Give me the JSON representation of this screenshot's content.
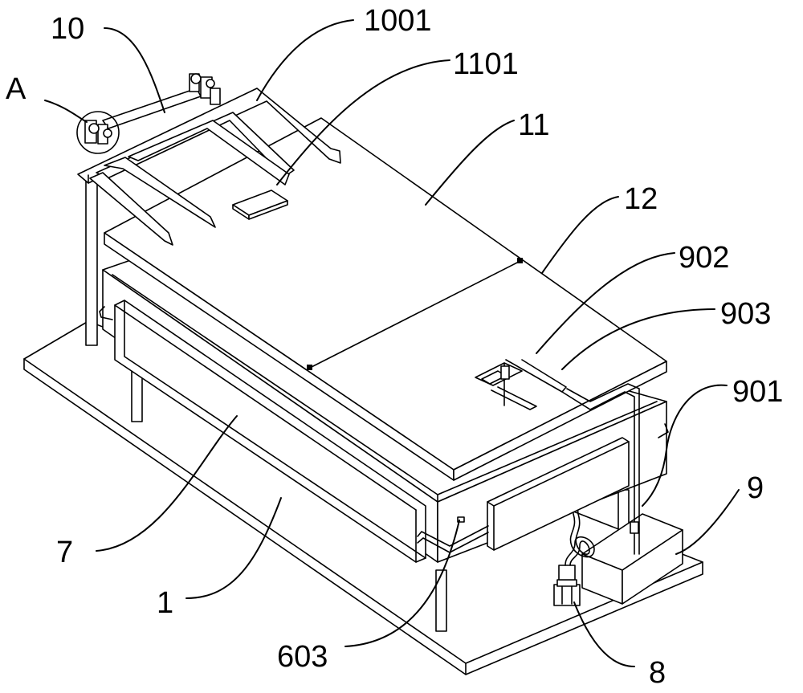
{
  "labels": {
    "A": "A",
    "l10": "10",
    "l1001": "1001",
    "l1101": "1101",
    "l11": "11",
    "l12": "12",
    "l902": "902",
    "l903": "903",
    "l901": "901",
    "l9": "9",
    "l7": "7",
    "l1": "1",
    "l603": "603",
    "l8": "8"
  }
}
